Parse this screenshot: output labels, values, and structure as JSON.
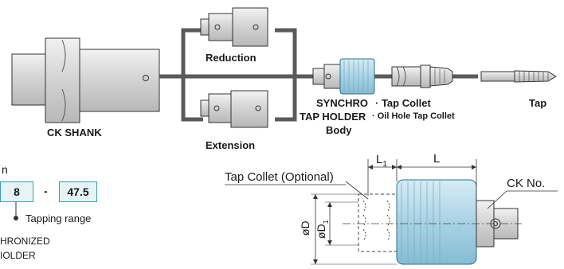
{
  "system_diagram": {
    "ck_shank_label": "CK SHANK",
    "reduction_label": "Reduction",
    "extension_label": "Extension",
    "holder_label_line1": "SYNCHRO",
    "holder_label_line2": "TAP HOLDER",
    "holder_label_line3": "Body",
    "tap_collet_label": "· Tap Collet",
    "oil_hole_collet_label": "· Oil Hole Tap Collet",
    "tap_label": "Tap"
  },
  "designation": {
    "heading_partial": "n",
    "code_box_1": "8",
    "separator": "-",
    "code_box_2": "47.5",
    "tapping_range_label": "Tapping range",
    "synchro_partial_line1": "HRONIZED",
    "synchro_partial_line2": "IOLDER"
  },
  "dimension_drawing": {
    "tap_collet_optional_label": "Tap Collet (Optional)",
    "ck_no_label": "CK No.",
    "dim_L1": "L",
    "dim_L1_sub": "1",
    "dim_L": "L",
    "dim_oD": "øD",
    "dim_oD1": "øD",
    "dim_oD1_sub": "1"
  },
  "colors": {
    "line_gray": "#5a5a5a",
    "part_fill": "#dcdcdc",
    "holder_blue": "#a9d3e5",
    "box_border": "#3a9bb8",
    "box_fill": "#e6f3f7"
  }
}
